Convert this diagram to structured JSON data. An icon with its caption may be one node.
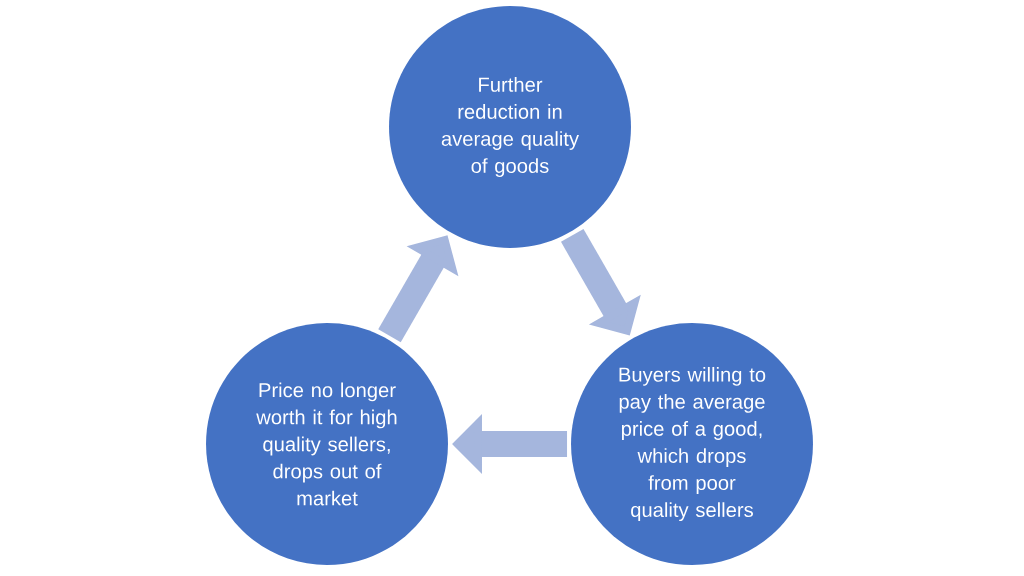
{
  "diagram": {
    "nodes": [
      {
        "text": [
          "Further reduction in average quality of goods"
        ]
      },
      {
        "text": [
          "Price no longer worth it for high quality sellers, drops out of market"
        ]
      },
      {
        "text": [
          "Buyers willing to pay the average price of a good, which drops from poor quality sellers"
        ]
      }
    ],
    "edges": [
      {
        "from": 0,
        "to": 2,
        "arrow": "to"
      },
      {
        "from": 2,
        "to": 1,
        "arrow": "to"
      },
      {
        "from": 1,
        "to": 0,
        "arrow": "to"
      }
    ]
  }
}
